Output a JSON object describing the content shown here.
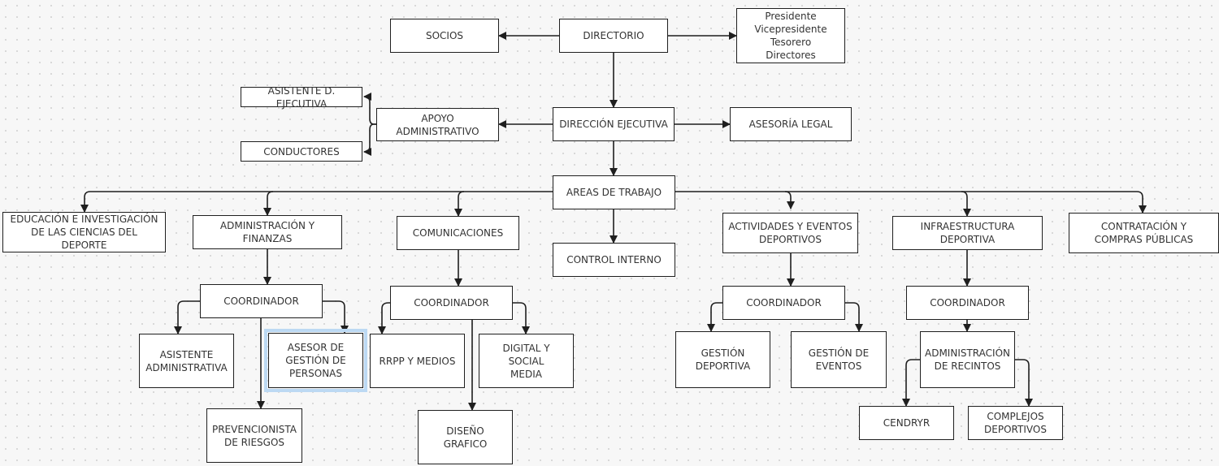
{
  "colors": {
    "line": "#1f1f1f",
    "node_fill": "#ffffff",
    "text": "#333333",
    "selection": "#bcd9f3",
    "background": "#f7f7f7"
  },
  "nodes": {
    "socios": "SOCIOS",
    "directorio": "DIRECTORIO",
    "board": "Presidente\nVicepresidente\nTesorero\nDirectores",
    "asistente_d_ejecutiva": "ASISTENTE D. EJECUTIVA",
    "conductores": "CONDUCTORES",
    "apoyo_administrativo": "APOYO ADMINISTRATIVO",
    "direccion_ejecutiva": "DIRECCIÓN EJECUTIVA",
    "asesoria_legal": "ASESORÍA LEGAL",
    "areas_de_trabajo": "AREAS DE TRABAJO",
    "control_interno": "CONTROL INTERNO",
    "educacion": "EDUCACIÓN E INVESTIGACIÓN\nDE LAS CIENCIAS DEL DEPORTE",
    "administracion_finanzas": "ADMINISTRACIÓN Y FINANZAS",
    "comunicaciones": "COMUNICACIONES",
    "actividades_eventos": "ACTIVIDADES Y EVENTOS\nDEPORTIVOS",
    "infraestructura": "INFRAESTRUCTURA DEPORTIVA",
    "contratacion": "CONTRATACIÓN Y\nCOMPRAS PÚBLICAS",
    "coord_admin": "COORDINADOR",
    "coord_com": "COORDINADOR",
    "coord_act": "COORDINADOR",
    "coord_infra": "COORDINADOR",
    "asistente_administrativa": "ASISTENTE\nADMINISTRATIVA",
    "asesor_gestion": "ASESOR DE\nGESTIÓN DE\nPERSONAS",
    "prevencionista": "PREVENCIONISTA\nDE RIESGOS",
    "rrpp": "RRPP Y MEDIOS",
    "digital_social": "DIGITAL Y SOCIAL\nMEDIA",
    "diseno_grafico": "DISEÑO GRAFICO",
    "gestion_deportiva": "GESTIÓN\nDEPORTIVA",
    "gestion_eventos": "GESTIÓN DE\nEVENTOS",
    "admin_recintos": "ADMINISTRACIÓN\nDE RECINTOS",
    "cendryr": "CENDRYR",
    "complejos": "COMPLEJOS\nDEPORTIVOS"
  }
}
